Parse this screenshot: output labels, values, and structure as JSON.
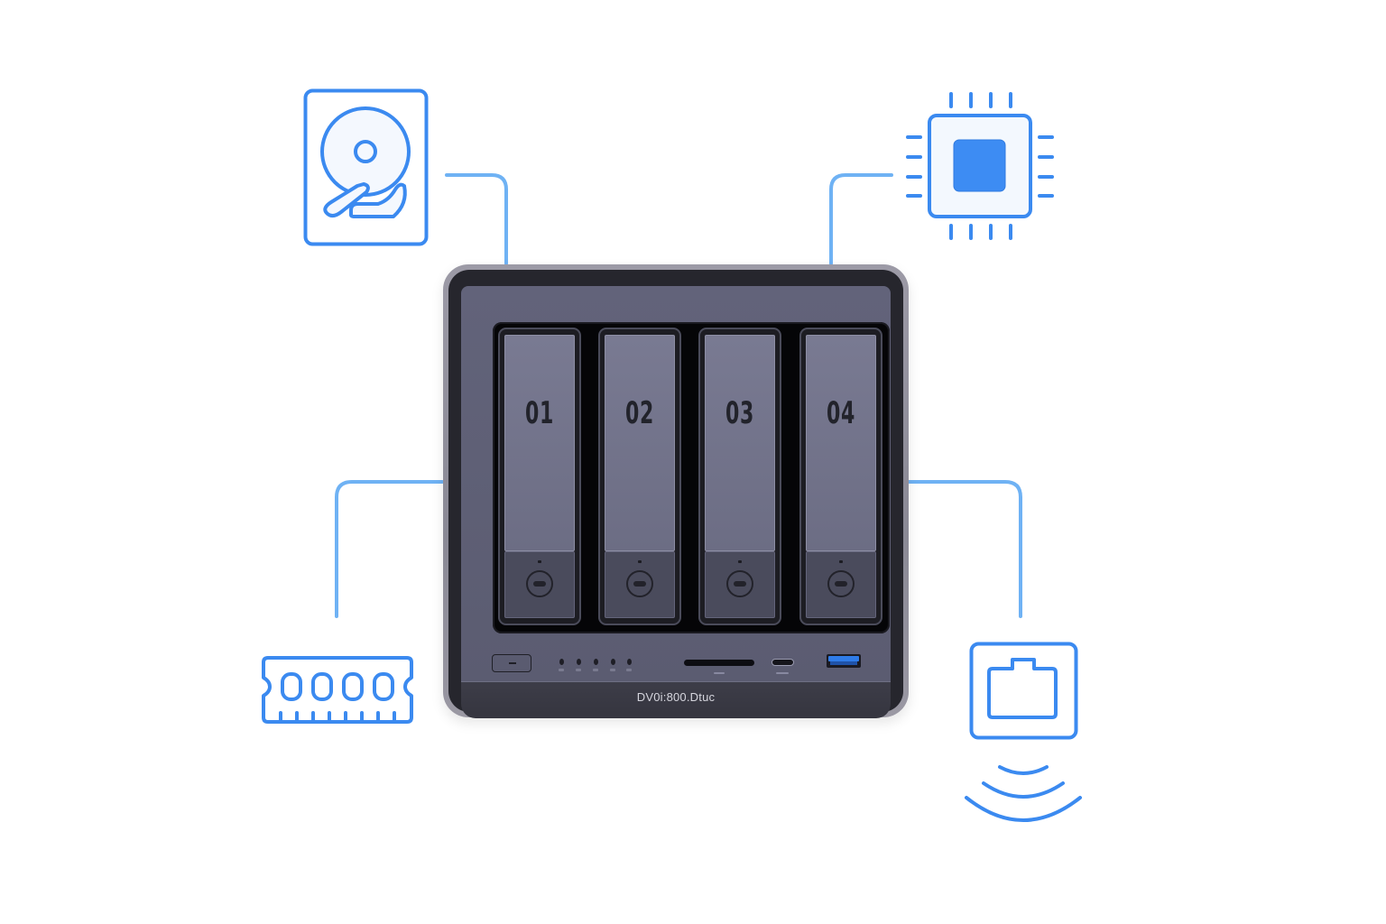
{
  "scene": {
    "description": "NAS device with four drive bays surrounded by component icons",
    "accent_color": "#3b8af0",
    "connector_color": "#6fb2f4",
    "background": "#ffffff"
  },
  "device": {
    "model_label": "DV0i:800.Dtuc",
    "bays": [
      {
        "number": "01"
      },
      {
        "number": "02"
      },
      {
        "number": "03"
      },
      {
        "number": "04"
      }
    ],
    "front_panel": {
      "power_button": "power-button",
      "status_leds": 5,
      "ports": [
        "sd-card-slot",
        "usb-c-port",
        "usb-a-port"
      ]
    }
  },
  "icons": [
    {
      "name": "hard-drive-icon",
      "position": "top-left"
    },
    {
      "name": "cpu-chip-icon",
      "position": "top-right"
    },
    {
      "name": "ram-module-icon",
      "position": "bottom-left"
    },
    {
      "name": "ethernet-port-icon",
      "position": "bottom-right"
    },
    {
      "name": "wireless-signal-icon",
      "position": "bottom-right"
    }
  ]
}
